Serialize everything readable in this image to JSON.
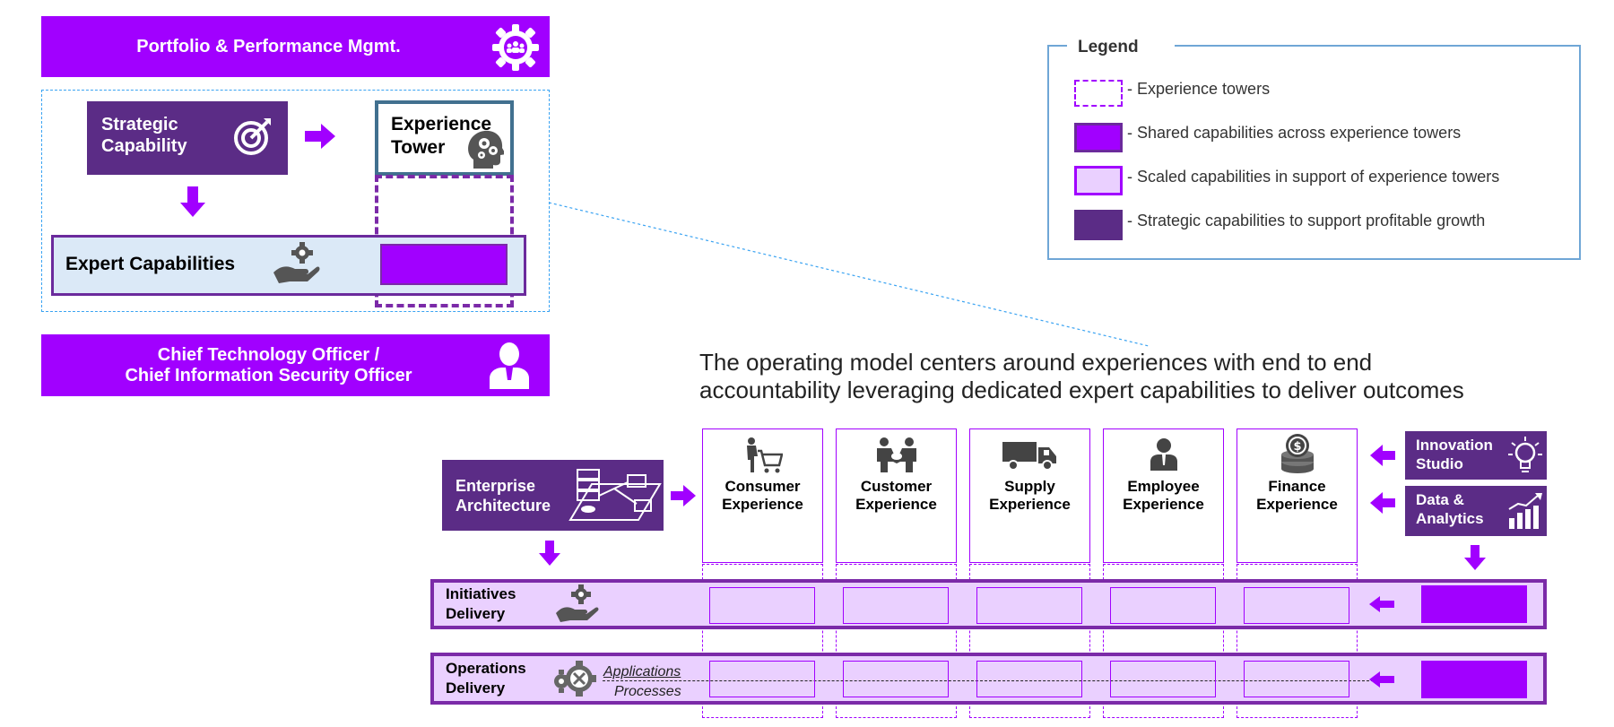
{
  "colors": {
    "purple": "#a100ff",
    "dark_purple": "#5b2c86",
    "light_purple": "#ead0ff",
    "tower_blue": "#41708f",
    "dotted_blue": "#3aa3f2",
    "legend_border": "#6fa6d6"
  },
  "top": {
    "portfolio_label": "Portfolio & Performance Mgmt.",
    "strategic_capability": "Strategic Capability",
    "experience_tower": "Experience Tower",
    "expert_capabilities": "Expert Capabilities",
    "cto_line1": "Chief Technology Officer /",
    "cto_line2": "Chief Information Security Officer"
  },
  "legend": {
    "title": "Legend",
    "items": [
      {
        "label": "- Experience towers"
      },
      {
        "label": "- Shared capabilities across experience towers"
      },
      {
        "label": "- Scaled capabilities in support of experience towers"
      },
      {
        "label": "- Strategic capabilities to support profitable growth"
      }
    ]
  },
  "headline": {
    "line1": "The operating model centers around experiences with end to end",
    "line2": "accountability leveraging dedicated expert capabilities to deliver outcomes"
  },
  "bottom": {
    "enterprise_architecture": "Enterprise Architecture",
    "towers": [
      {
        "name": "Consumer Experience",
        "icon": "shopper-cart-icon"
      },
      {
        "name": "Customer Experience",
        "icon": "handshake-people-icon"
      },
      {
        "name": "Supply Experience",
        "icon": "truck-icon"
      },
      {
        "name": "Employee Experience",
        "icon": "employee-person-icon"
      },
      {
        "name": "Finance Experience",
        "icon": "coin-stack-icon"
      }
    ],
    "innovation_studio": "Innovation Studio",
    "data_analytics": "Data & Analytics",
    "initiatives_delivery": "Initiatives Delivery",
    "operations_delivery": "Operations Delivery",
    "applications": "Applications",
    "processes": "Processes"
  }
}
